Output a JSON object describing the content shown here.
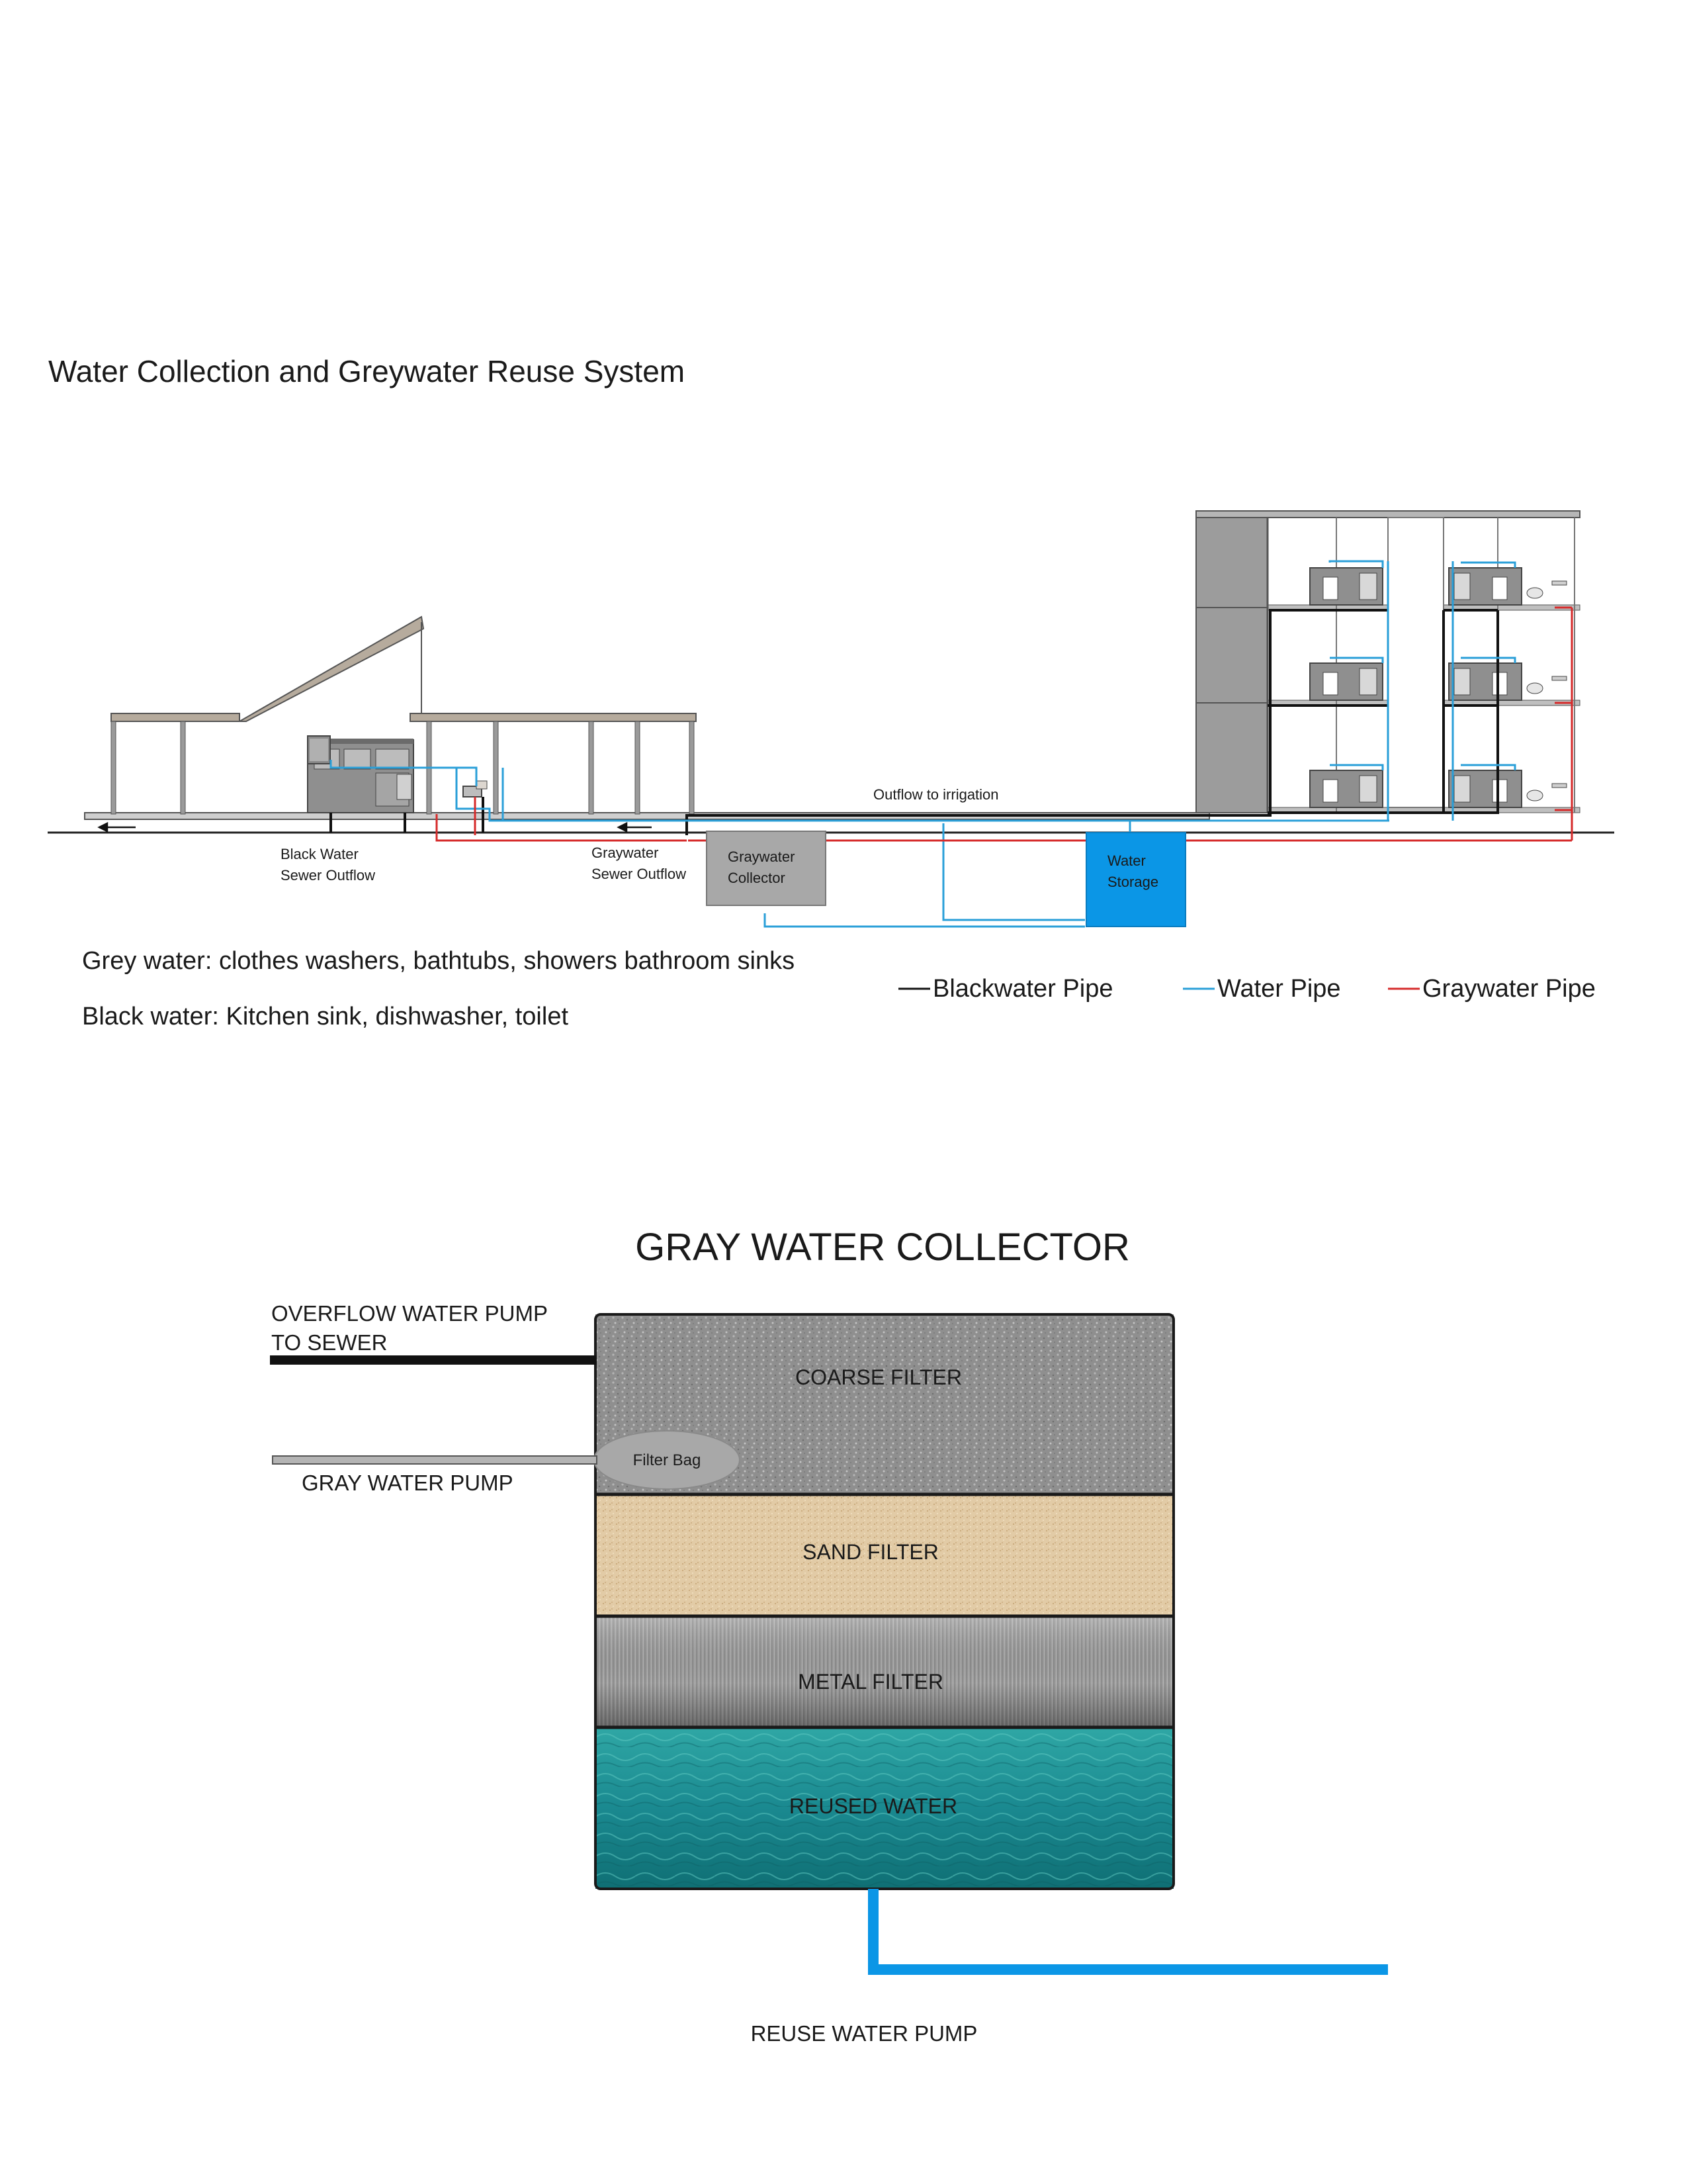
{
  "page": {
    "title": "Water Collection and Greywater Reuse System"
  },
  "section_labels": {
    "black_water_outflow": [
      "Black Water",
      "Sewer Outflow"
    ],
    "graywater_outflow": [
      "Graywater",
      "Sewer Outflow"
    ],
    "graywater_collector": [
      "Graywater",
      "Collector"
    ],
    "water_storage": [
      "Water",
      "Storage"
    ],
    "irrigation": "Outflow to irrigation"
  },
  "notes": {
    "grey": "Grey water: clothes washers, bathtubs, showers bathroom sinks",
    "black": "Black water: Kitchen sink, dishwasher, toilet"
  },
  "legend": {
    "blackwater": "Blackwater Pipe",
    "water": "Water Pipe",
    "graywater": "Graywater Pipe"
  },
  "collector": {
    "title": "GRAY WATER COLLECTOR",
    "overflow": [
      "OVERFLOW WATER PUMP",
      "TO SEWER"
    ],
    "gray_pump": "GRAY WATER PUMP",
    "filter_bag": "Filter Bag",
    "layers": {
      "coarse": "COARSE FILTER",
      "sand": "SAND FILTER",
      "metal": "METAL FILTER",
      "reused": "REUSED WATER"
    },
    "reuse_pump": "REUSE WATER PUMP"
  },
  "colors": {
    "blackwater_pipe": "#111111",
    "water_pipe": "#2a9fd8",
    "graywater_pipe": "#d62b2b",
    "storage_tank": "#0b96e6",
    "collector_box": "#a8a8a8",
    "building_gray": "#9c9c9c"
  }
}
